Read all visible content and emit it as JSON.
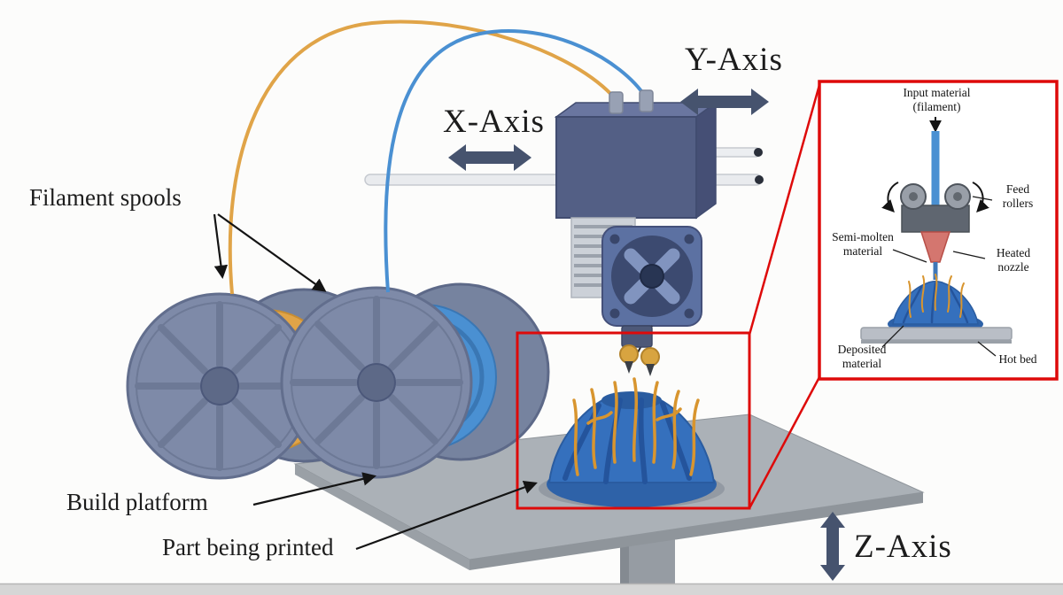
{
  "scene": {
    "labels": {
      "filament_spools": "Filament spools",
      "x_axis": "X-Axis",
      "y_axis": "Y-Axis",
      "z_axis": "Z-Axis",
      "build_platform": "Build platform",
      "part_being_printed": "Part being printed"
    },
    "inset": {
      "input_material": {
        "line1": "Input material",
        "line2": "(filament)"
      },
      "feed_rollers": {
        "line1": "Feed",
        "line2": "rollers"
      },
      "semi_molten": {
        "line1": "Semi-molten",
        "line2": "material"
      },
      "heated_nozzle": {
        "line1": "Heated",
        "line2": "nozzle"
      },
      "deposited_material": {
        "line1": "Deposited",
        "line2": "material"
      },
      "hot_bed": "Hot bed"
    }
  },
  "colors": {
    "highlight_red": "#de0a0a",
    "filament_orange": "#e0a448",
    "filament_blue": "#4a90d2",
    "part_blue": "#3570bd",
    "support_orange": "#d8952f",
    "axis_arrow": "#46536e",
    "platform_gray": "#abb1b7",
    "spool_gray_blue": "#7e8aa8",
    "nozzle_red": "#d4766f"
  }
}
